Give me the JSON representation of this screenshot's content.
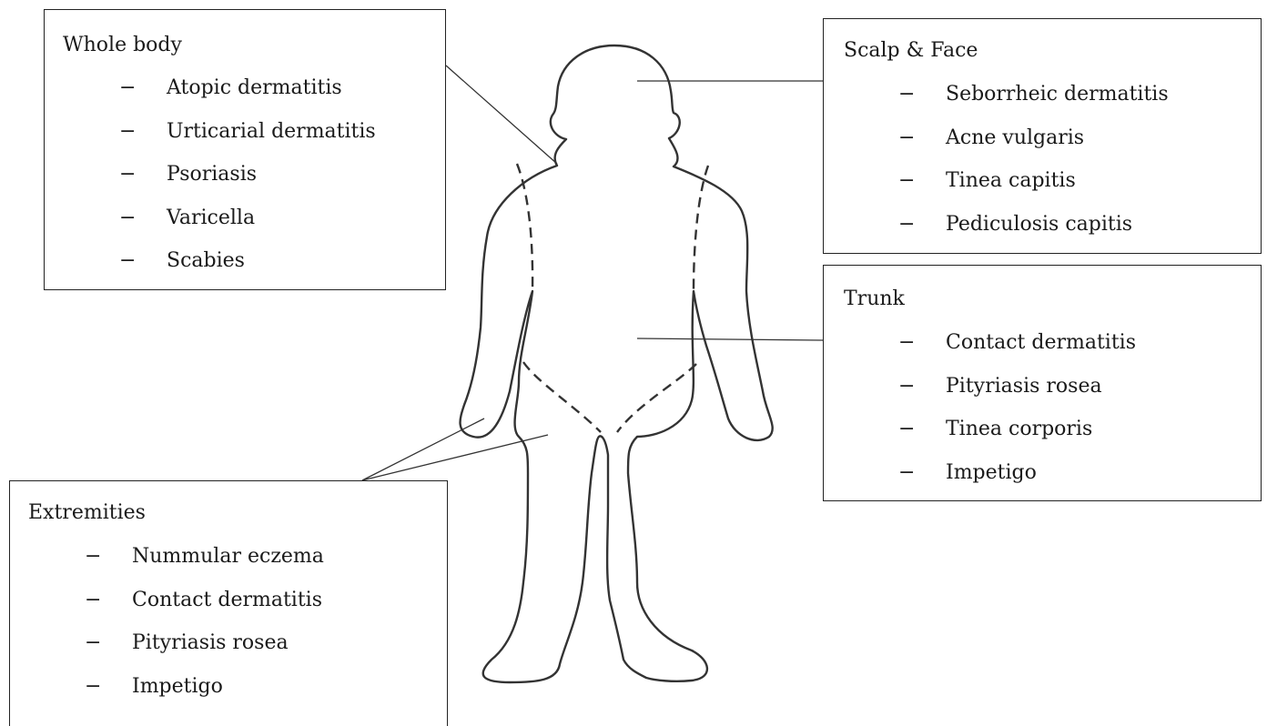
{
  "boxes": {
    "whole_body": {
      "title": "Whole body",
      "items": [
        "Atopic dermatitis",
        "Urticarial dermatitis",
        "Psoriasis",
        "Varicella",
        "Scabies"
      ]
    },
    "scalp_face": {
      "title": "Scalp & Face",
      "items": [
        "Seborrheic dermatitis",
        "Acne vulgaris",
        "Tinea capitis",
        "Pediculosis capitis"
      ]
    },
    "trunk": {
      "title": "Trunk",
      "items": [
        "Contact dermatitis",
        "Pityriasis rosea",
        "Tinea corporis",
        "Impetigo"
      ]
    },
    "extremities": {
      "title": "Extremities",
      "items": [
        "Nummular eczema",
        "Contact dermatitis",
        "Pityriasis rosea",
        "Impetigo"
      ]
    }
  },
  "bullet": "−",
  "colors": {
    "line": "#333333",
    "text": "#1a1a1a",
    "background": "#ffffff"
  }
}
